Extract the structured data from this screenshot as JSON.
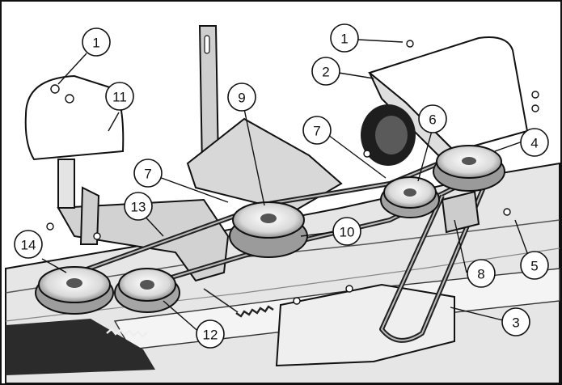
{
  "diagram": {
    "callouts": [
      "1",
      "1",
      "2",
      "3",
      "4",
      "5",
      "6",
      "7",
      "7",
      "8",
      "9",
      "10",
      "11",
      "12",
      "13",
      "14"
    ]
  }
}
